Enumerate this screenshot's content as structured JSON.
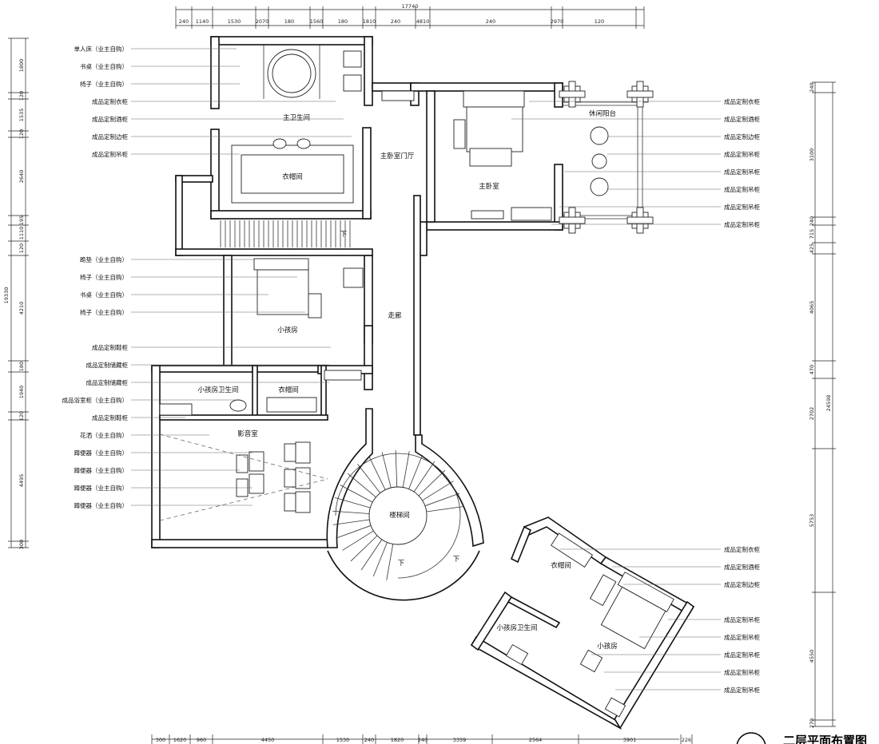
{
  "title": "二层平面布置图",
  "rooms": {
    "master_bath": "主卫生间",
    "closet_master": "衣帽间",
    "master_foyer": "主卧室门厅",
    "master_bedroom": "主卧室",
    "balcony": "休闲阳台",
    "kids_room_1": "小孩房",
    "corridor": "走廊",
    "kids_bath_1": "小孩房卫生间",
    "closet_1": "衣帽间",
    "theater": "影音室",
    "stairwell": "楼梯间",
    "closet_2": "衣帽间",
    "kids_bath_2": "小孩房卫生间",
    "kids_room_2": "小孩房",
    "down_1": "下",
    "down_2": "下",
    "down_3": "下"
  },
  "left_labels": [
    "单人床（业主自购）",
    "书桌（业主自购）",
    "椅子（业主自购）",
    "成品定制衣柜",
    "成品定制酒柜",
    "成品定制边柜",
    "成品定制吊柜",
    "跪垫（业主自购）",
    "椅子（业主自购）",
    "书桌（业主自购）",
    "椅子（业主自购）",
    "成品定制鞋柜",
    "成品定制储藏柜",
    "成品定制储藏柜",
    "成品浴室柜（业主自购）",
    "成品定制鞋柜",
    "花洒（业主自购）",
    "蹲便器（业主自购）",
    "蹲便器（业主自购）",
    "蹲便器（业主自购）",
    "蹲便器（业主自购）"
  ],
  "right_labels_top": [
    "成品定制衣柜",
    "成品定制酒柜",
    "成品定制边柜",
    "成品定制吊柜",
    "成品定制吊柜",
    "成品定制吊柜",
    "成品定制吊柜",
    "成品定制吊柜"
  ],
  "right_labels_bottom": [
    "成品定制衣柜",
    "成品定制酒柜",
    "成品定制边柜",
    "成品定制吊柜",
    "成品定制吊柜",
    "成品定制吊柜",
    "成品定制吊柜",
    "成品定制吊柜"
  ],
  "dims_top_total": "17740",
  "dims_top": [
    "240",
    "1140",
    "1530",
    "2070",
    "180",
    "1560",
    "180",
    "1810",
    "240",
    "4810",
    "240",
    "2970",
    "120"
  ],
  "dims_bottom": [
    "300",
    "1620",
    "960",
    "4450",
    "1530",
    "240",
    "1820",
    "240",
    "3359",
    "2564",
    "3901",
    "226"
  ],
  "dims_left_total": "19330",
  "dims_left": [
    "1800",
    "120",
    "1535",
    "120",
    "2640",
    "195",
    "1110",
    "120",
    "4210",
    "180",
    "1940",
    "120",
    "4495",
    "300"
  ],
  "dims_right_total": "24598",
  "dims_right": [
    "240",
    "3100",
    "240",
    "715",
    "425",
    "4065",
    "470",
    "2702",
    "5753",
    "4550",
    "270"
  ]
}
